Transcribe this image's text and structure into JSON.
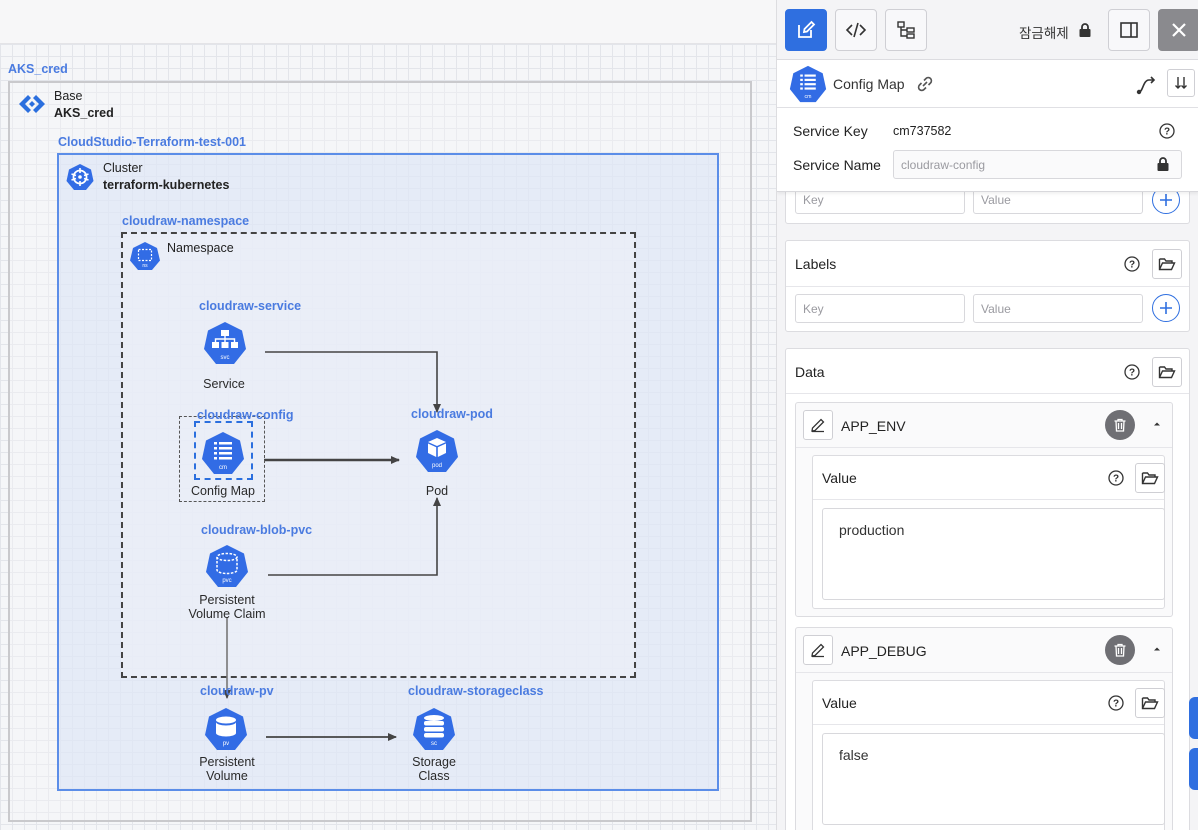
{
  "canvas": {
    "groups": {
      "credential": "AKS_cred",
      "base_type": "Base",
      "base_name": "AKS_cred",
      "resource_group": "CloudStudio-Terraform-test-001",
      "cluster_type": "Cluster",
      "cluster_name": "terraform-kubernetes",
      "namespace_name": "cloudraw-namespace",
      "namespace_type": "Namespace"
    },
    "nodes": {
      "service": {
        "name": "cloudraw-service",
        "type": "Service",
        "abbr": "svc"
      },
      "config": {
        "name": "cloudraw-config",
        "type": "Config Map",
        "abbr": "cm"
      },
      "pod": {
        "name": "cloudraw-pod",
        "type": "Pod",
        "abbr": "pod"
      },
      "pvc": {
        "name": "cloudraw-blob-pvc",
        "type_line1": "Persistent",
        "type_line2": "Volume Claim",
        "abbr": "pvc"
      },
      "pv": {
        "name": "cloudraw-pv",
        "type_line1": "Persistent",
        "type_line2": "Volume",
        "abbr": "pv"
      },
      "sc": {
        "name": "cloudraw-storageclass",
        "type_line1": "Storage",
        "type_line2": "Class",
        "abbr": "sc"
      }
    },
    "ns_abbr": "ns"
  },
  "panel": {
    "toolbar": {
      "edit_icon": "edit-icon",
      "code_icon": "code-icon",
      "tree_icon": "tree-icon",
      "lock_label": "잠금해제",
      "sidebar_icon": "sidebar-icon",
      "close_icon": "close-icon"
    },
    "resource": {
      "title": "Config Map",
      "abbr": "cm"
    },
    "service_key": {
      "label": "Service Key",
      "value": "cm737582"
    },
    "service_name": {
      "label": "Service Name",
      "placeholder": "cloudraw-config"
    },
    "annotations_row": {
      "key_placeholder": "Key",
      "value_placeholder": "Value"
    },
    "labels": {
      "title": "Labels",
      "key_placeholder": "Key",
      "value_placeholder": "Value"
    },
    "data": {
      "title": "Data",
      "items": [
        {
          "key": "APP_ENV",
          "value_label": "Value",
          "value": "production"
        },
        {
          "key": "APP_DEBUG",
          "value_label": "Value",
          "value": "false"
        }
      ]
    }
  },
  "colors": {
    "accent": "#2f6fe0",
    "k8s_blue": "#326ce5",
    "label_blue": "#4a7be0",
    "cluster_border": "#5b8de8"
  }
}
